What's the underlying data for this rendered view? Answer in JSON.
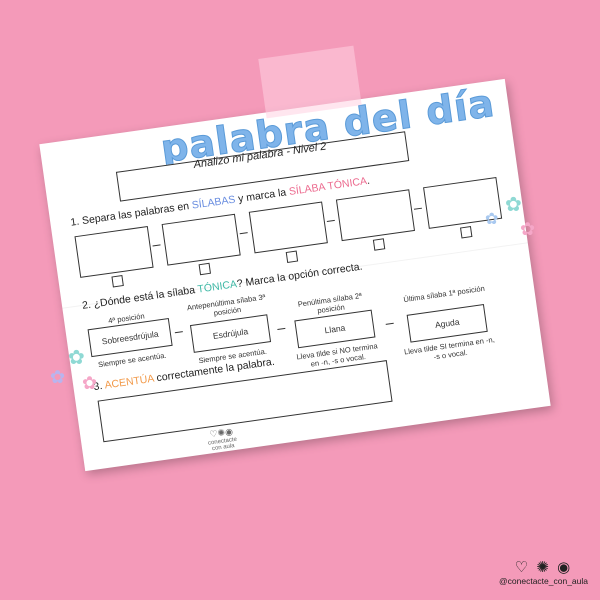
{
  "sheet": {
    "title": "palabra del día",
    "subtitle": "Analizo mi palabra - Nivel 2",
    "q1": {
      "prefix": "1. Separa las palabras en ",
      "w1": "SÍLABAS",
      "mid": " y marca la ",
      "w2": "SÍLABA TÓNICA",
      "end": "."
    },
    "q2": {
      "prefix": "2. ¿Dónde está la sílaba ",
      "w1": "TÓNICA",
      "end": "? Marca la opción correcta."
    },
    "q3": {
      "w1": "ACENTÚA",
      "end": " correctamente la palabra."
    },
    "options": [
      {
        "name": "Sobreesdrújula",
        "position": "4ª posición",
        "note": "Siempre se acentúa."
      },
      {
        "name": "Esdrújula",
        "position": "Antepenúltima sílaba 3ª posición",
        "note": "Siempre se acentúa."
      },
      {
        "name": "Llana",
        "position": "Penúltima sílaba 2ª posición",
        "note": "Lleva tilde si NO termina en -n, -s o vocal."
      },
      {
        "name": "Aguda",
        "position": "Última sílaba 1ª posición",
        "note": "Lleva tilde SI termina en -n, -s o vocal."
      }
    ],
    "logo_text": "conectacte con aula"
  },
  "watermark": {
    "icons": "♡ ✺ ◉",
    "handle": "@conectacte_con_aula"
  },
  "colors": {
    "background": "#f49ab9",
    "title": "#7fb4ea",
    "blue": "#6a8ee0",
    "pink": "#ec6b8f",
    "green": "#3fb9a6",
    "orange": "#f29a4a"
  }
}
